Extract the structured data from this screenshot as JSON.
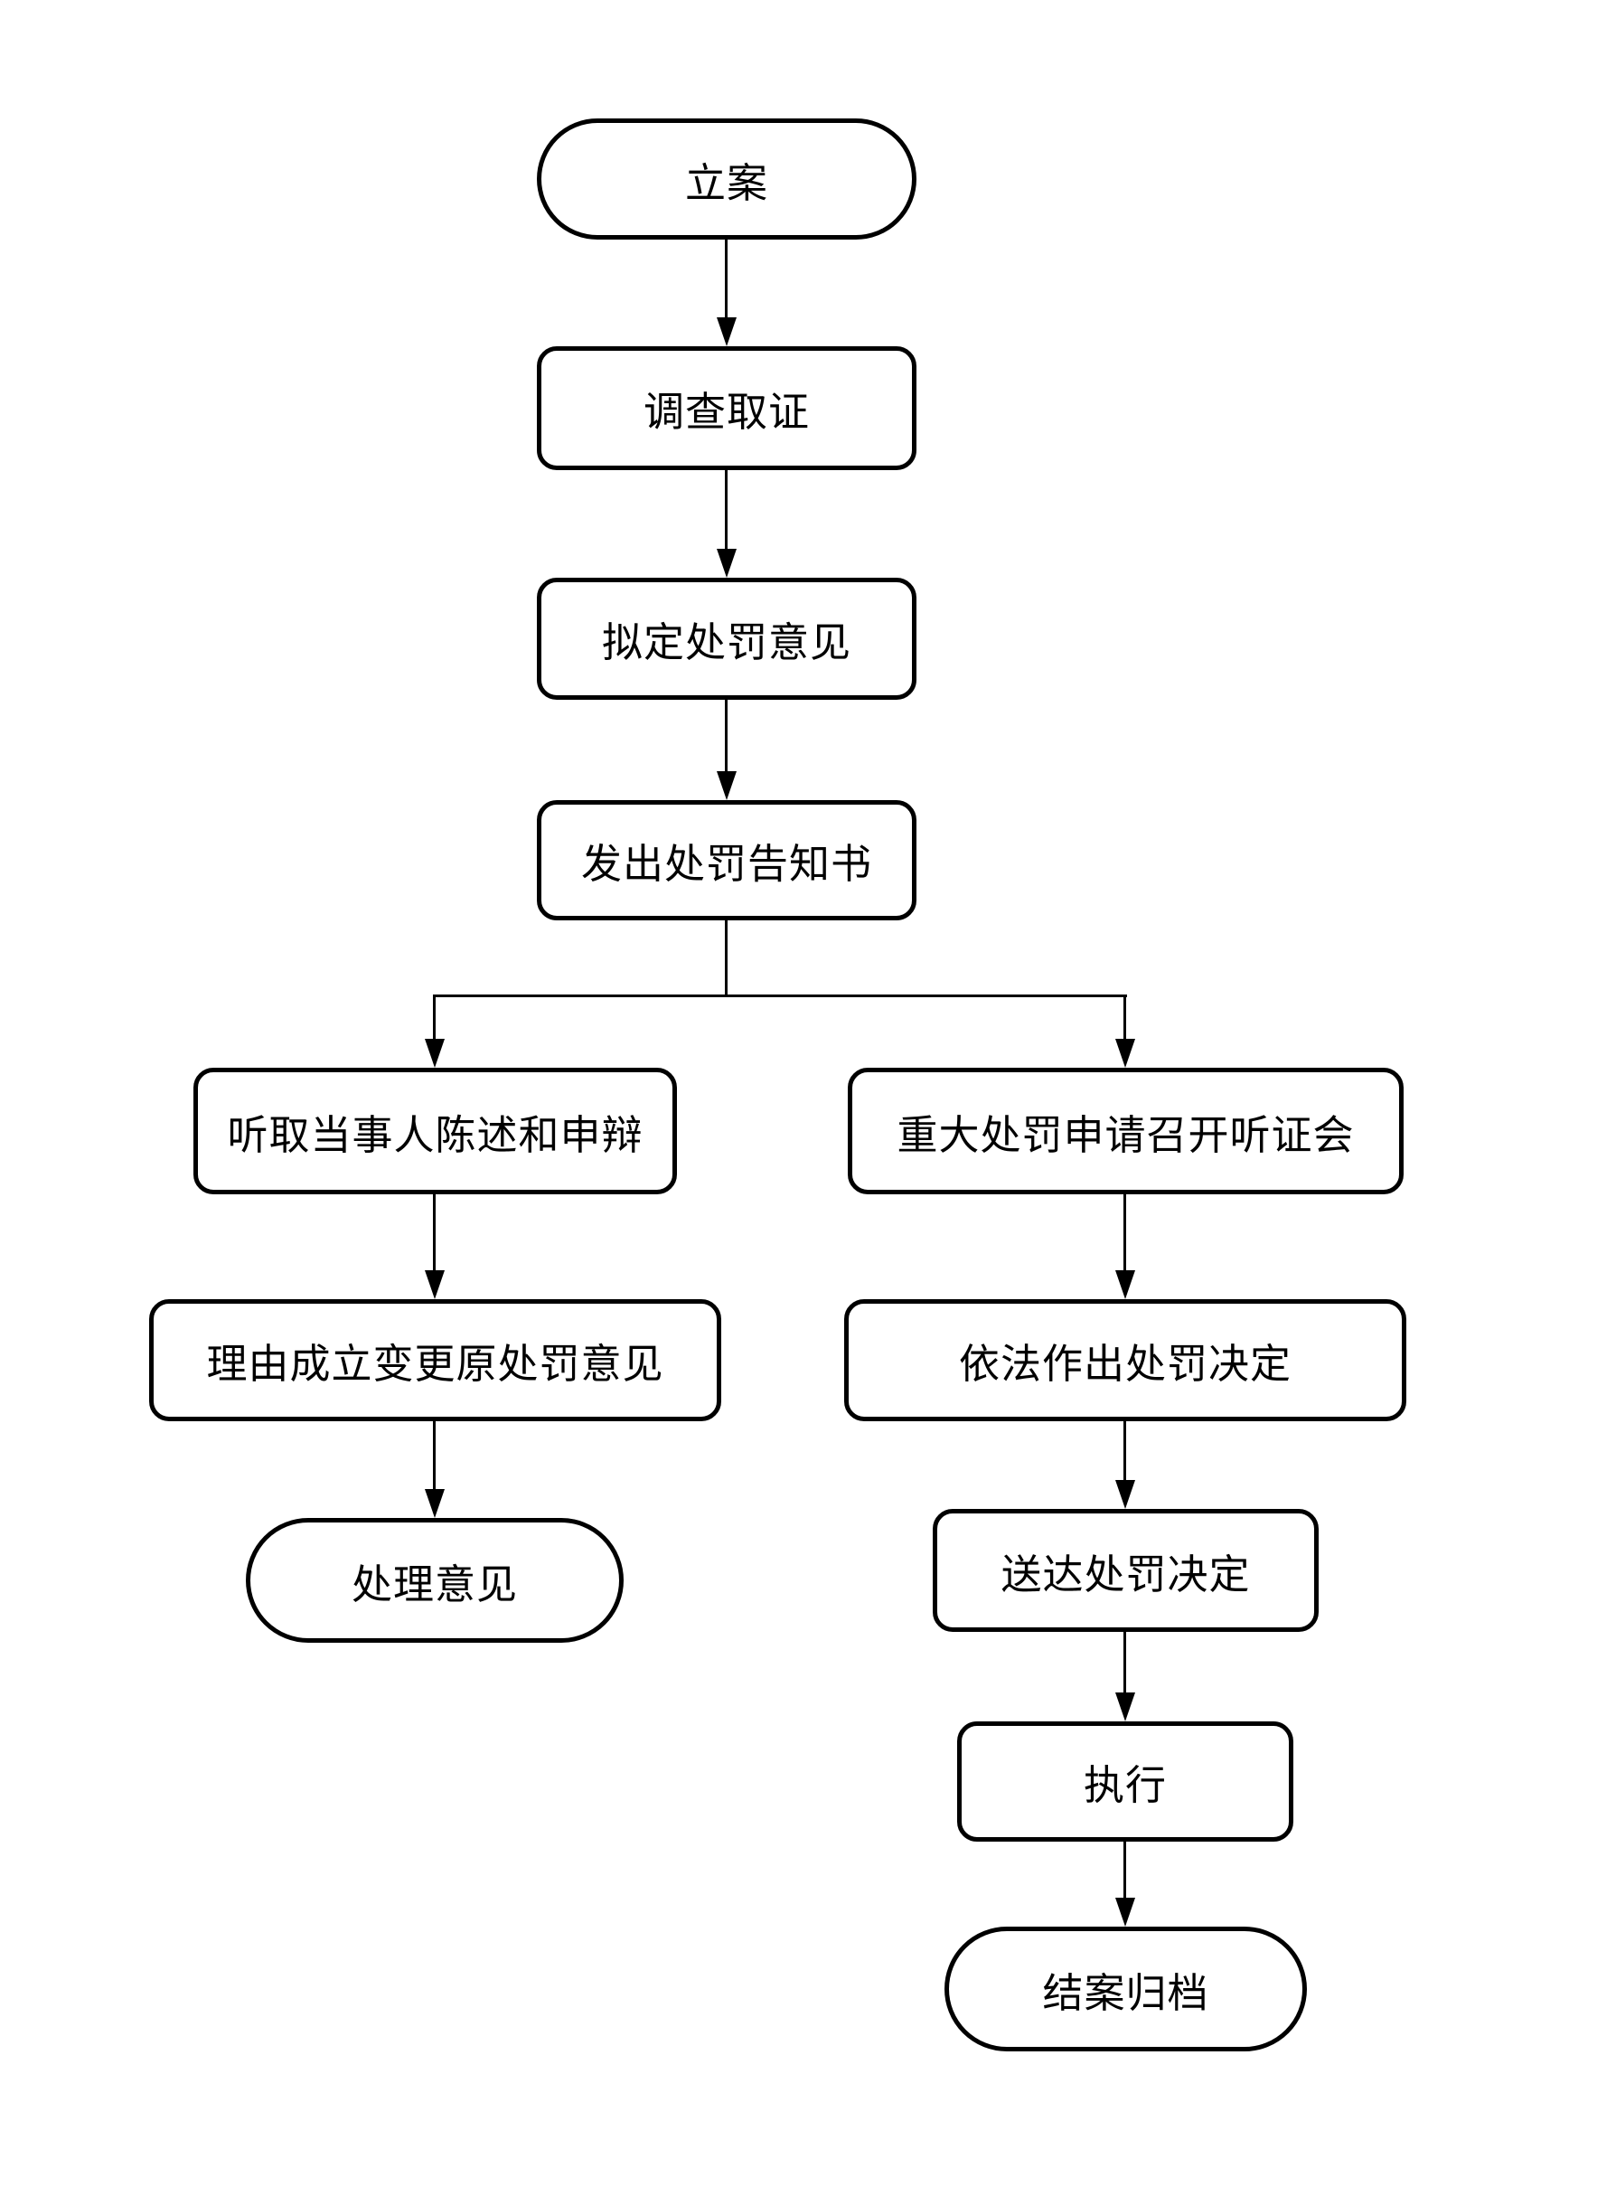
{
  "diagram": {
    "type": "flowchart",
    "background_color": "#ffffff",
    "stroke_color": "#000000",
    "node_fill_color": "#ffffff",
    "nodes": [
      {
        "id": "case-filing",
        "label": "立案",
        "shape": "stadium"
      },
      {
        "id": "investigation",
        "label": "调查取证",
        "shape": "rect"
      },
      {
        "id": "draft-penalty-opinion",
        "label": "拟定处罚意见",
        "shape": "rect"
      },
      {
        "id": "penalty-notice",
        "label": "发出处罚告知书",
        "shape": "rect"
      },
      {
        "id": "hear-statement-defense",
        "label": "听取当事人陈述和申辩",
        "shape": "rect"
      },
      {
        "id": "major-penalty-hearing",
        "label": "重大处罚申请召开听证会",
        "shape": "rect"
      },
      {
        "id": "change-original-opinion",
        "label": "理由成立变更原处罚意见",
        "shape": "rect"
      },
      {
        "id": "penalty-decision",
        "label": "依法作出处罚决定",
        "shape": "rect"
      },
      {
        "id": "handling-opinion",
        "label": "处理意见",
        "shape": "stadium"
      },
      {
        "id": "deliver-decision",
        "label": "送达处罚决定",
        "shape": "rect"
      },
      {
        "id": "execution",
        "label": "执行",
        "shape": "rect"
      },
      {
        "id": "case-closing-archive",
        "label": "结案归档",
        "shape": "stadium"
      }
    ],
    "edges": [
      {
        "from": "立案",
        "to": "调查取证",
        "style": "arrow"
      },
      {
        "from": "调查取证",
        "to": "拟定处罚意见",
        "style": "arrow"
      },
      {
        "from": "拟定处罚意见",
        "to": "发出处罚告知书",
        "style": "arrow"
      },
      {
        "from": "发出处罚告知书",
        "to": "听取当事人陈述和申辩",
        "style": "branch-arrow"
      },
      {
        "from": "发出处罚告知书",
        "to": "重大处罚申请召开听证会",
        "style": "branch-arrow"
      },
      {
        "from": "听取当事人陈述和申辩",
        "to": "理由成立变更原处罚意见",
        "style": "arrow"
      },
      {
        "from": "理由成立变更原处罚意见",
        "to": "处理意见",
        "style": "arrow"
      },
      {
        "from": "重大处罚申请召开听证会",
        "to": "依法作出处罚决定",
        "style": "arrow"
      },
      {
        "from": "依法作出处罚决定",
        "to": "送达处罚决定",
        "style": "arrow"
      },
      {
        "from": "送达处罚决定",
        "to": "执行",
        "style": "arrow"
      },
      {
        "from": "执行",
        "to": "结案归档",
        "style": "arrow"
      }
    ]
  }
}
